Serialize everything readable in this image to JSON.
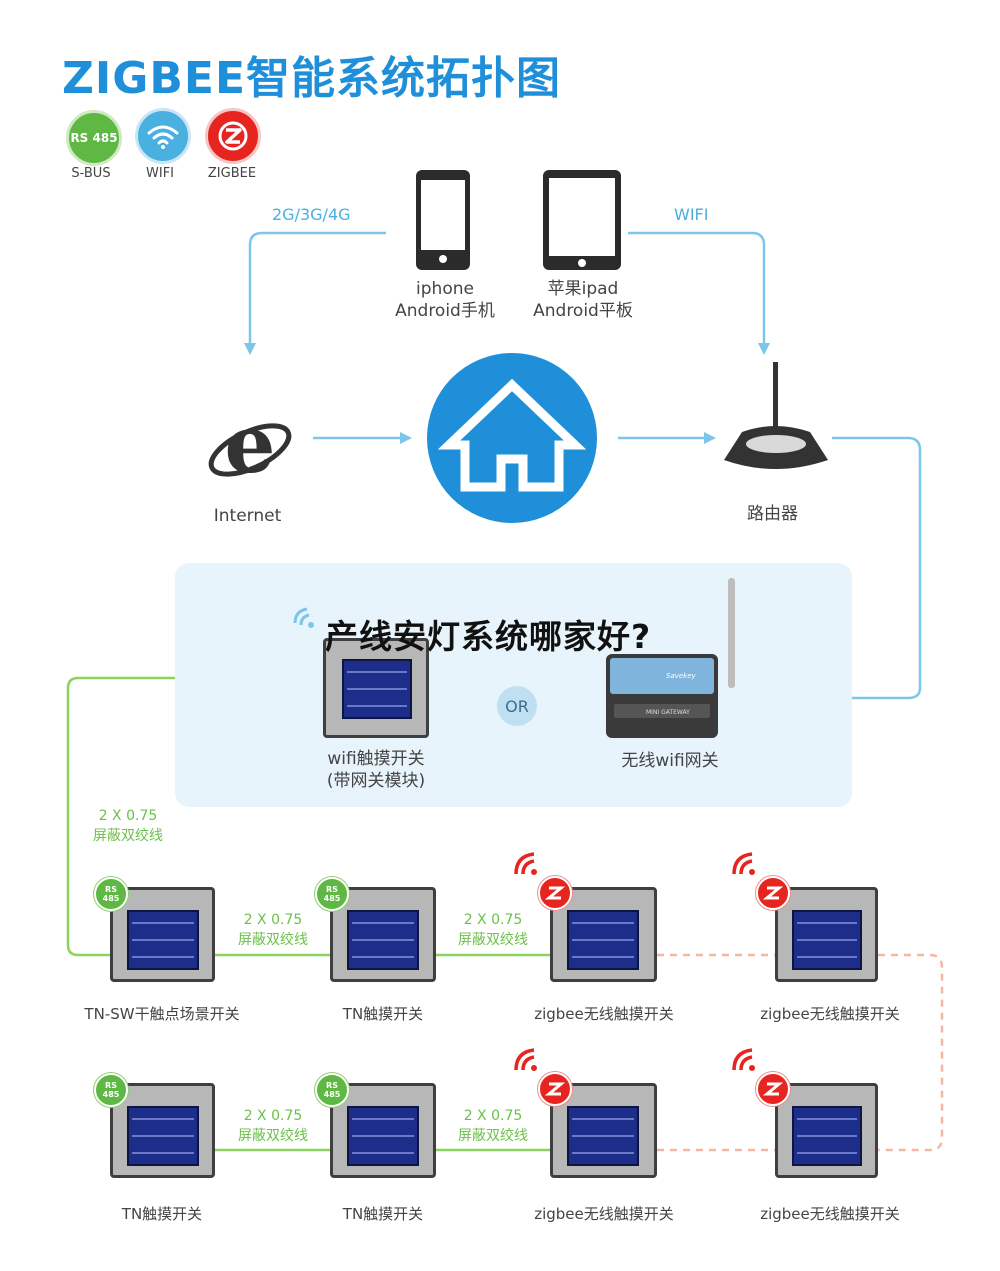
{
  "title": "ZIGBEE智能系统拓扑图",
  "protocols": [
    {
      "icon": "rs485-icon",
      "badge_text": "RS 485",
      "label": "S-BUS",
      "color": "#5fb844"
    },
    {
      "icon": "wifi-icon",
      "label": "WIFI",
      "color": "#4ab0e0"
    },
    {
      "icon": "zigbee-icon",
      "label": "ZIGBEE",
      "color": "#e62520"
    }
  ],
  "devices": {
    "phone": {
      "line1": "iphone",
      "line2": "Android手机"
    },
    "tablet": {
      "line1": "苹果ipad",
      "line2": "Android平板"
    },
    "internet": "Internet",
    "router": "路由器",
    "wifi_switch": {
      "line1": "wifi触摸开关",
      "line2": "(带网关模块)"
    },
    "gateway": "无线wifi网关",
    "gateway_brand": "Savekey",
    "gateway_model": "MINI GATEWAY",
    "or": "OR"
  },
  "links": {
    "mobile": "2G/3G/4G",
    "wifi": "WIFI",
    "cable_a": "2 X 0.75",
    "cable_b": "屏蔽双绞线"
  },
  "overlay_text": "产线安灯系统哪家好?",
  "switches": {
    "row1": [
      "TN-SW干触点场景开关",
      "TN触摸开关",
      "zigbee无线触摸开关",
      "zigbee无线触摸开关"
    ],
    "row2": [
      "TN触摸开关",
      "TN触摸开关",
      "zigbee无线触摸开关",
      "zigbee无线触摸开关"
    ]
  },
  "colors": {
    "accent": "#1e8fd8",
    "link": "#7cc6ea",
    "bus": "#8bd35e",
    "zigbee": "#e62520",
    "zigbee_link": "#f2b8a0"
  }
}
